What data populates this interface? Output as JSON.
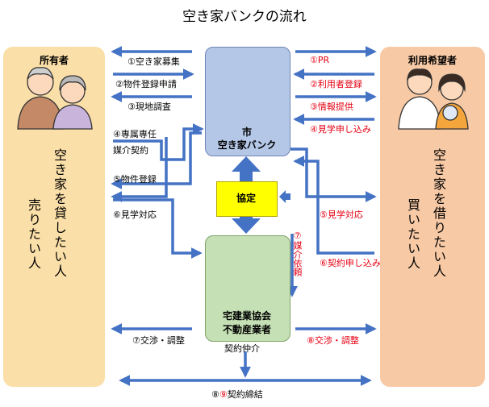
{
  "title": "空き家バンクの流れ",
  "owner": {
    "heading": "所有者",
    "text_a": "空き家を貸したい人",
    "text_b": "売りたい人"
  },
  "user": {
    "heading": "利用希望者",
    "text_a": "空き家を借りたい人",
    "text_b": "買いたい人"
  },
  "city": {
    "line1": "市",
    "line2": "空き家バンク"
  },
  "agreement": "協定",
  "agent": {
    "line1": "宅建業協会",
    "line2": "不動産業者"
  },
  "left_labels": {
    "l1": "①空き家募集",
    "l2": "②物件登録申請",
    "l3": "③現地調査",
    "l4a": "④専属専任",
    "l4b": "媒介契約",
    "l5": "⑤物件登録",
    "l6": "⑥見学対応"
  },
  "right_labels": {
    "r1": "①PR",
    "r2": "②利用者登録",
    "r3": "③情報提供",
    "r4": "④見学申し込み",
    "r5": "⑤見学対応",
    "r6": "⑥契約申し込み"
  },
  "mediation_request": "⑦媒介依頼",
  "negotiation_left": "⑦交渉・調整",
  "negotiation_right": "⑧交渉・調整",
  "brokerage": "契約仲介",
  "contract": {
    "prefix": "⑧",
    "circle": "⑨",
    "text": "契約締結"
  },
  "colors": {
    "arrow": "#4472c4",
    "owner_bg": "#fbdfa8",
    "user_bg": "#f7c9a5",
    "city_bg": "#b4c7e7",
    "agent_bg": "#c5e0b4",
    "agreement_bg": "#ffff00",
    "red_text": "#e60012"
  }
}
